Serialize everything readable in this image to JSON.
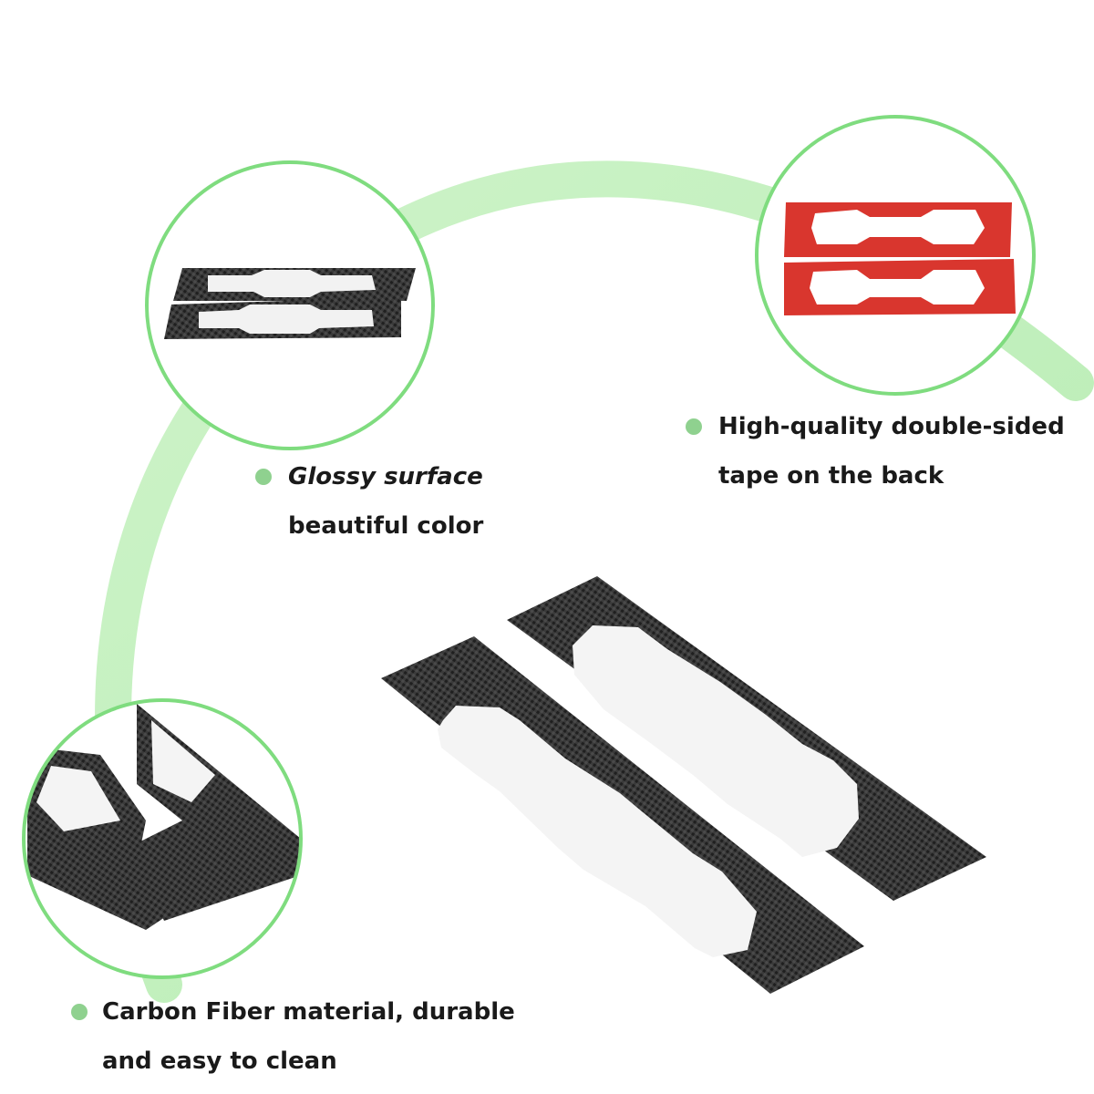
{
  "colors": {
    "accent_green": "#7fdc7f",
    "arc_green": "#b6eeb2",
    "bullet_green": "#8fd18f",
    "carbon_dark": "#2e2e2e",
    "tape_red": "#d9362e"
  },
  "features": [
    {
      "id": "glossy",
      "lines": [
        "Glossy surface",
        "beautiful color"
      ]
    },
    {
      "id": "tape",
      "lines": [
        "High-quality double-sided",
        "tape on the back"
      ]
    },
    {
      "id": "material",
      "lines": [
        "Carbon Fiber material, durable",
        "and easy to clean"
      ]
    }
  ]
}
